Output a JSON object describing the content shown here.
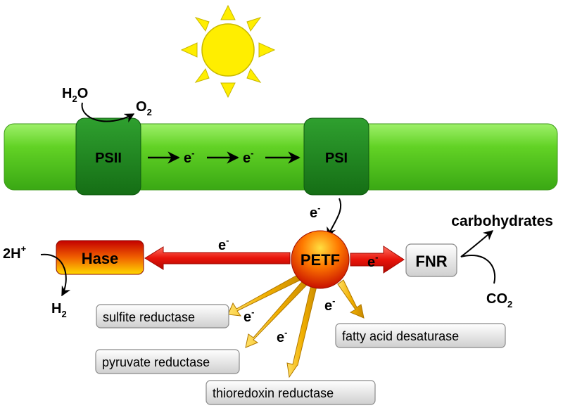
{
  "photosystems": {
    "psii": "PSII",
    "psi": "PSI"
  },
  "electron": {
    "symbol": "e",
    "charge": "-"
  },
  "water_split": {
    "h2o_main": "H",
    "h2o_sub": "2",
    "h2o_end": "O",
    "o2_main": "O",
    "o2_sub": "2"
  },
  "hub": {
    "label": "PETF"
  },
  "hydrogenase": {
    "label": "Hase",
    "proton_prefix": "2H",
    "proton_charge": "+",
    "h2_main": "H",
    "h2_sub": "2"
  },
  "fnr": {
    "label": "FNR",
    "product": "carbohydrates",
    "co2_main": "CO",
    "co2_sub": "2"
  },
  "acceptors": [
    "sulfite reductase",
    "pyruvate reductase",
    "thioredoxin reductase",
    "fatty acid desaturase"
  ],
  "colors": {
    "membrane": "#5fd021",
    "photosystem": "#1f8a1f",
    "sun": "#ffee00",
    "hase_top": "#c40000",
    "hase_bottom": "#ffd400",
    "arrow_red": "#e8140a",
    "arrow_gold": "#f2b000"
  }
}
